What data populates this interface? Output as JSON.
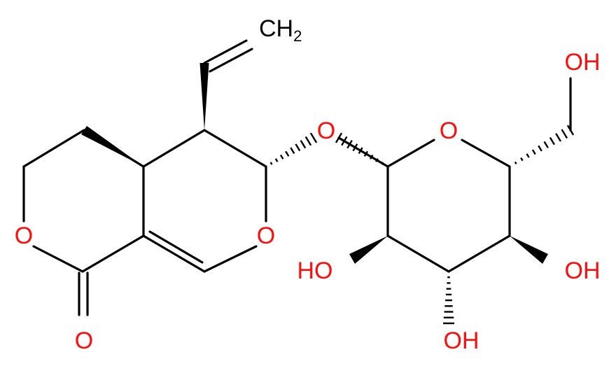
{
  "colors": {
    "heteroatom": "#ff0d0d",
    "carbon": "#000000",
    "background": "#ffffff"
  },
  "atoms": {
    "o_glyco": "O",
    "o_pyran": "O",
    "o_sugar_ring": "O",
    "o_lactone_ring": "O",
    "o_carbonyl": "O",
    "oh_ch2": "OH",
    "ho_left": "HO",
    "ho_bottom": "OH",
    "oh_right": "OH"
  },
  "vinyl": {
    "main": "CH",
    "subscript": "2"
  }
}
